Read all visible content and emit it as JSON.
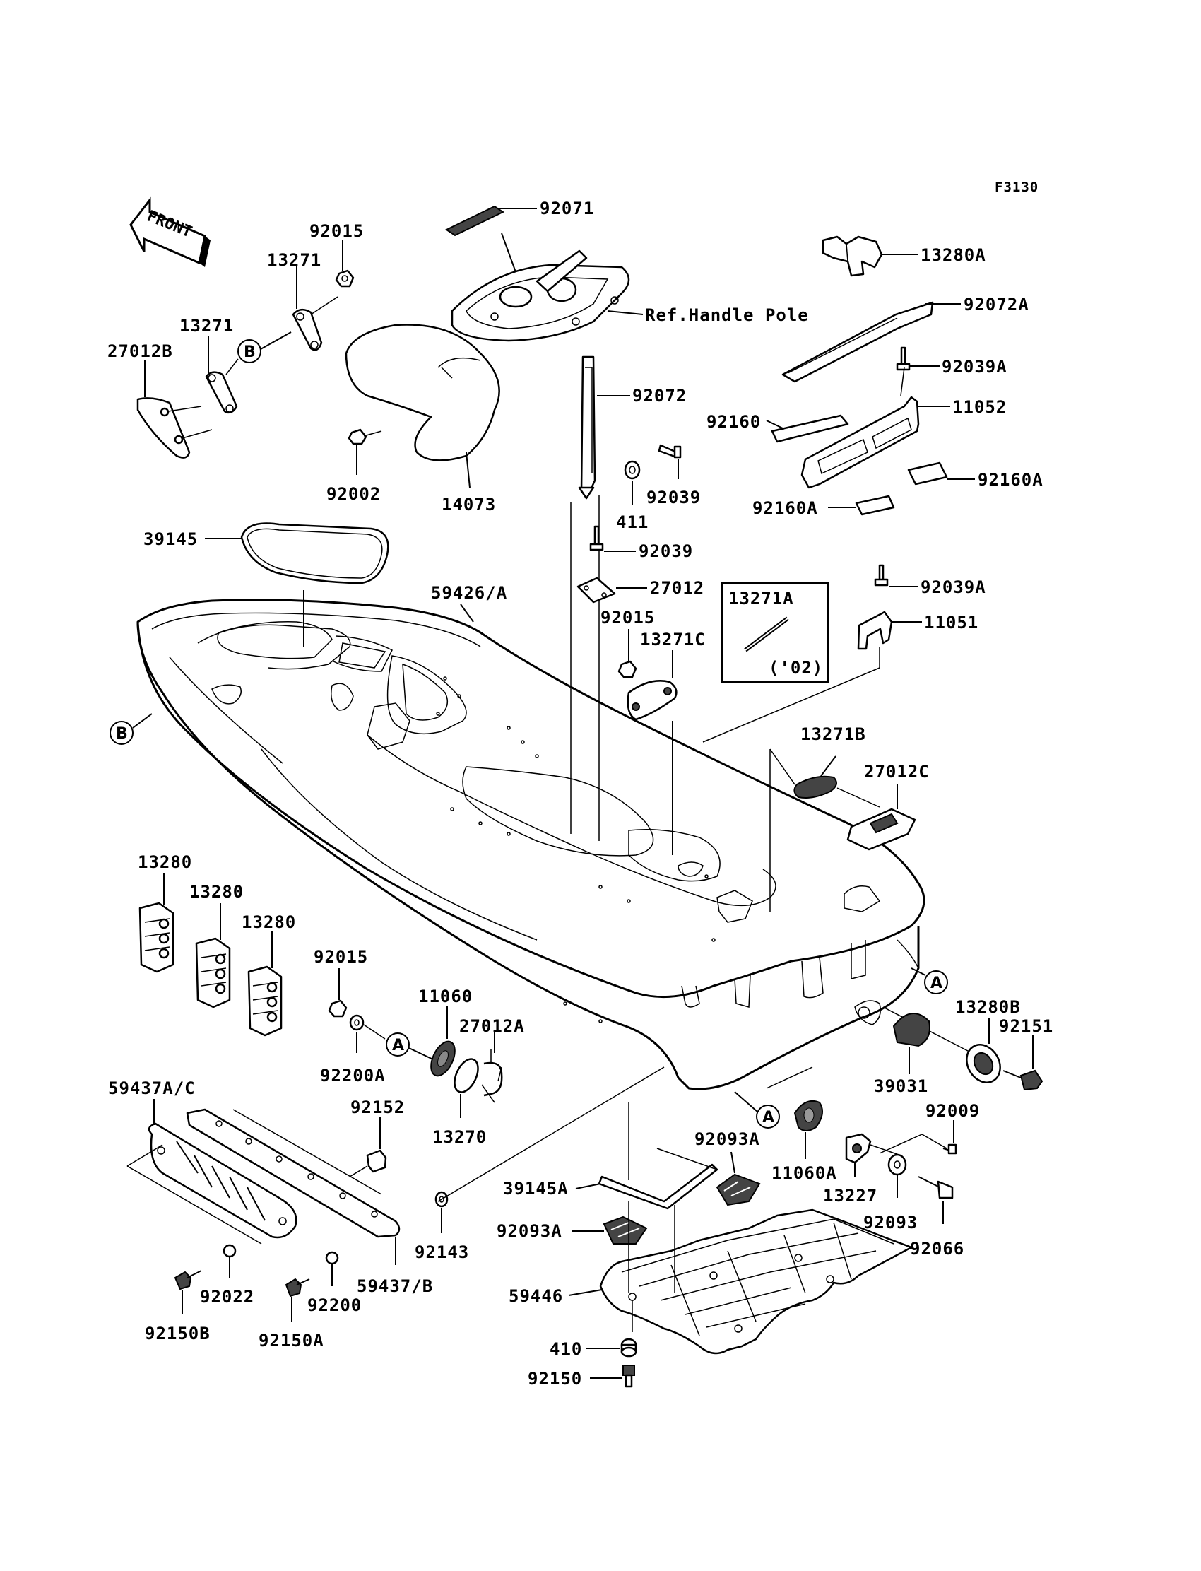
{
  "figure_code": "F3130",
  "front_label": "FRONT",
  "callouts": {
    "a": "A",
    "b": "B"
  },
  "parts": {
    "p92071": "92071",
    "p92015_top": "92015",
    "p13271_upper": "13271",
    "p13271_lower": "13271",
    "p27012B": "27012B",
    "ref_handle_pole": "Ref.Handle Pole",
    "p92002": "92002",
    "p14073": "14073",
    "p92072": "92072",
    "p411": "411",
    "p92039_upper": "92039",
    "p92039_lower": "92039",
    "p27012": "27012",
    "p92015_mid": "92015",
    "p13271C": "13271C",
    "p13271A": "13271A",
    "p13271A_note": "('02)",
    "p13280A": "13280A",
    "p92072A": "92072A",
    "p92039A_upper": "92039A",
    "p11052": "11052",
    "p92160": "92160",
    "p92160A_right": "92160A",
    "p92160A_left": "92160A",
    "p92039A_lower": "92039A",
    "p11051": "11051",
    "p39145": "39145",
    "p59426A": "59426/A",
    "p13271B": "13271B",
    "p27012C": "27012C",
    "p13280_1": "13280",
    "p13280_2": "13280",
    "p13280_3": "13280",
    "p92015_low": "92015",
    "p92200A": "92200A",
    "p11060": "11060",
    "p27012A": "27012A",
    "p13270": "13270",
    "p59437AC": "59437A/C",
    "p92152": "92152",
    "p92143": "92143",
    "p59437B": "59437/B",
    "p92022": "92022",
    "p92200": "92200",
    "p92150B": "92150B",
    "p92150A": "92150A",
    "p13280B": "13280B",
    "p92151": "92151",
    "p39031": "39031",
    "p92009": "92009",
    "p11060A": "11060A",
    "p13227": "13227",
    "p92093": "92093",
    "p92066": "92066",
    "p92093A_upper": "92093A",
    "p92093A_lower": "92093A",
    "p39145A": "39145A",
    "p59446": "59446",
    "p410": "410",
    "p92150": "92150"
  }
}
